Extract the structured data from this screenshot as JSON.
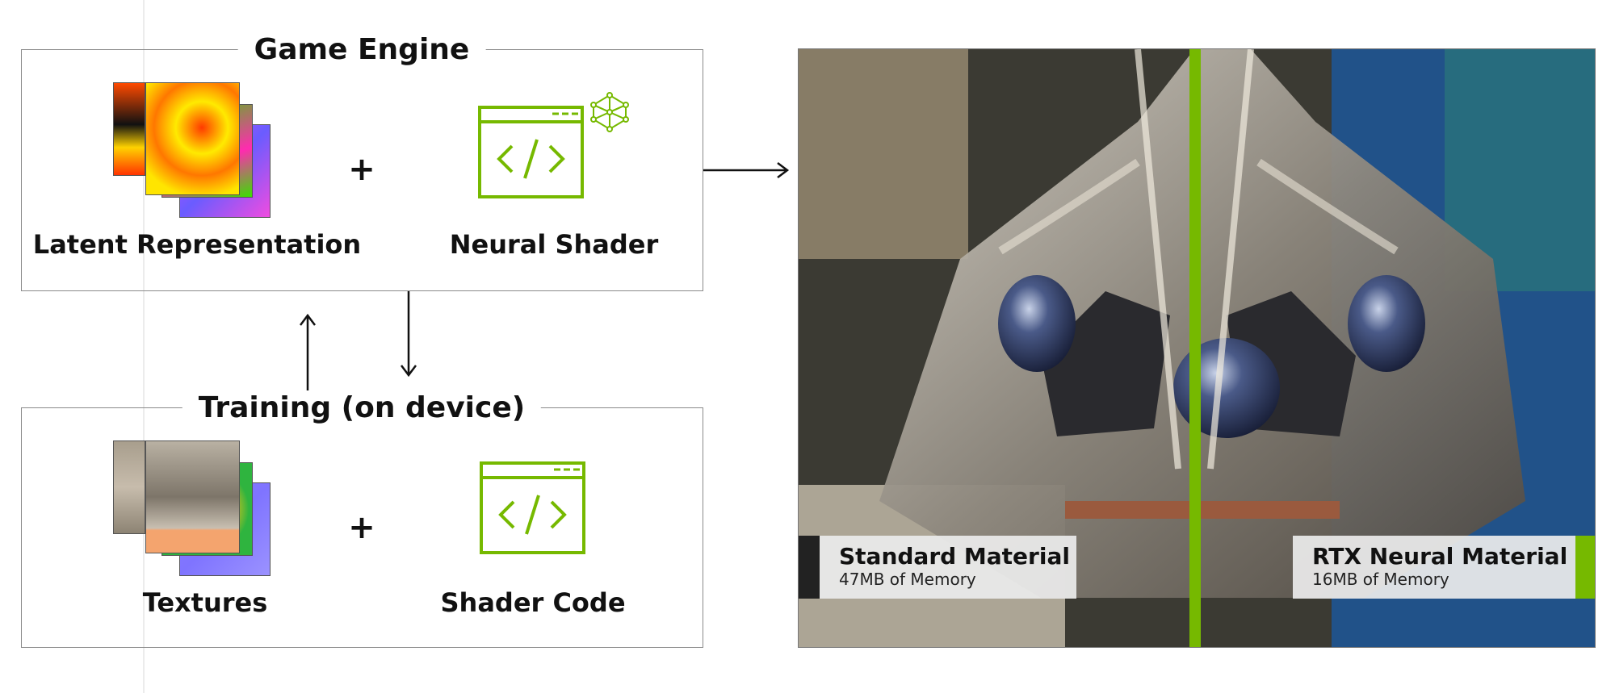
{
  "top_panel": {
    "title": "Game Engine",
    "left_label": "Latent Representation",
    "plus": "+",
    "right_label": "Neural Shader",
    "left_icon": "latent-texture-stack-icon",
    "right_icon": "code-window-icon",
    "badge_icon": "neural-network-icon"
  },
  "bottom_panel": {
    "title": "Training (on device)",
    "left_label": "Textures",
    "plus": "+",
    "right_label": "Shader Code",
    "left_icon": "texture-stack-icon",
    "right_icon": "code-window-icon"
  },
  "photo": {
    "left_material": {
      "name": "Standard Material",
      "memory": "47MB of Memory"
    },
    "right_material": {
      "name": "RTX Neural Material",
      "memory": "16MB of Memory"
    }
  },
  "colors": {
    "accent_green": "#76b900",
    "dark_bar": "#222222",
    "panel_border": "#8a8a8a"
  }
}
